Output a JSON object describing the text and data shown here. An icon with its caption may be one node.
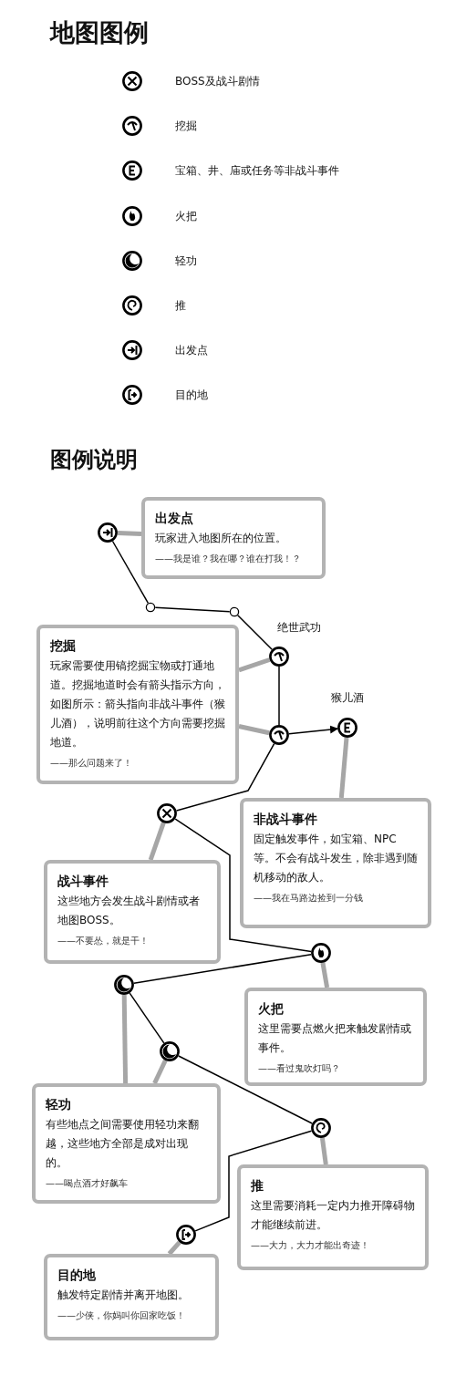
{
  "diagram": {
    "title": "地图图例",
    "nodes": [
      {
        "text": [
          "出发点",
          "玩家进入地图所在的位置。",
          "——我是谁？我在哪？谁在打我！？"
        ]
      },
      {
        "text": [],
        "shape": "circle"
      },
      {
        "text": [],
        "shape": "circle"
      },
      {
        "text": [],
        "shape": "circle"
      },
      {
        "text": [],
        "shape": "circle",
        "beside": [
          "绝世武功"
        ]
      },
      {
        "text": [
          "挖掘",
          "玩家需要使用镐挖掘宝物或打通地道。挖掘地道时会有箭头指示方向，如图所示：箭头指向非战斗事件（猴儿酒），说明前往这个方向需要挖掘地道。",
          "——那么问题来了！"
        ]
      },
      {
        "text": [],
        "shape": "circle"
      },
      {
        "text": [],
        "shape": "circle",
        "beside": [
          "猴儿酒"
        ]
      },
      {
        "text": [],
        "shape": "circle"
      },
      {
        "text": [
          "非战斗事件",
          "固定触发事件，如宝箱、NPC等。不会有战斗发生，除非遇到随机移动的敌人。",
          "——我在马路边捡到一分钱"
        ]
      },
      {
        "text": [
          "战斗事件",
          "这些地方会发生战斗剧情或者地图BOSS。",
          "——不要怂，就是干！"
        ]
      },
      {
        "text": [],
        "shape": "circle"
      },
      {
        "text": [],
        "shape": "circle"
      },
      {
        "text": [
          "火把",
          "这里需要点燃火把来触发剧情或事件。",
          "——看过鬼吹灯吗？"
        ]
      },
      {
        "text": [],
        "shape": "circle"
      },
      {
        "text": [
          "轻功",
          "有些地点之间需要使用轻功来翻越，这些地方全部是成对出现的。",
          "——喝点酒才好飙车"
        ]
      },
      {
        "text": [],
        "shape": "circle"
      },
      {
        "text": [
          "推",
          "这里需要消耗一定内力推开障碍物才能继续前进。",
          "——大力，大力才能出奇迹！"
        ]
      },
      {
        "text": [],
        "shape": "circle"
      },
      {
        "text": [
          "目的地",
          "触发特定剧情并离开地图。",
          "——少侠，你妈叫你回家吃饭！"
        ]
      }
    ],
    "edges": [
      {
        "from": 1,
        "to": 2,
        "arrow": "none"
      },
      {
        "from": 2,
        "to": 3,
        "arrow": "none"
      },
      {
        "from": 3,
        "to": 4,
        "arrow": "none"
      },
      {
        "from": 4,
        "to": 6,
        "arrow": "none"
      },
      {
        "from": 6,
        "to": 7,
        "arrow": "to"
      },
      {
        "from": 6,
        "to": 8,
        "arrow": "none"
      },
      {
        "from": 8,
        "to": 11,
        "arrow": "none"
      },
      {
        "from": 11,
        "to": 12,
        "arrow": "none"
      },
      {
        "from": 12,
        "to": 14,
        "arrow": "none"
      },
      {
        "from": 14,
        "to": 16,
        "arrow": "none"
      },
      {
        "from": 16,
        "to": 18,
        "arrow": "none"
      },
      {
        "from": 0,
        "to": 1,
        "arrow": "none",
        "style": "thick",
        "color": "#a6a6a6"
      },
      {
        "from": 5,
        "to": 4,
        "arrow": "none",
        "style": "thick",
        "color": "#a6a6a6"
      },
      {
        "from": 5,
        "to": 6,
        "arrow": "none",
        "style": "thick",
        "color": "#a6a6a6"
      },
      {
        "from": 10,
        "to": 8,
        "arrow": "none",
        "style": "thick",
        "color": "#a6a6a6"
      },
      {
        "from": 9,
        "to": 7,
        "arrow": "none",
        "style": "thick",
        "color": "#a6a6a6"
      },
      {
        "from": 13,
        "to": 11,
        "arrow": "none",
        "style": "thick",
        "color": "#a6a6a6"
      },
      {
        "from": 15,
        "to": 12,
        "arrow": "none",
        "style": "thick",
        "color": "#a6a6a6"
      },
      {
        "from": 15,
        "to": 14,
        "arrow": "none",
        "style": "thick",
        "color": "#a6a6a6"
      },
      {
        "from": 17,
        "to": 16,
        "arrow": "none",
        "style": "thick",
        "color": "#a6a6a6"
      },
      {
        "from": 19,
        "to": 18,
        "arrow": "none",
        "style": "thick",
        "color": "#a6a6a6"
      }
    ],
    "labels": [
      "图例说明"
    ],
    "legend": [
      {
        "text": "BOSS及战斗剧情"
      },
      {
        "text": "挖掘"
      },
      {
        "text": "宝箱、井、庙或任务等非战斗事件"
      },
      {
        "text": "火把"
      },
      {
        "text": "轻功"
      },
      {
        "text": "推"
      },
      {
        "text": "出发点"
      },
      {
        "text": "目的地"
      }
    ]
  }
}
